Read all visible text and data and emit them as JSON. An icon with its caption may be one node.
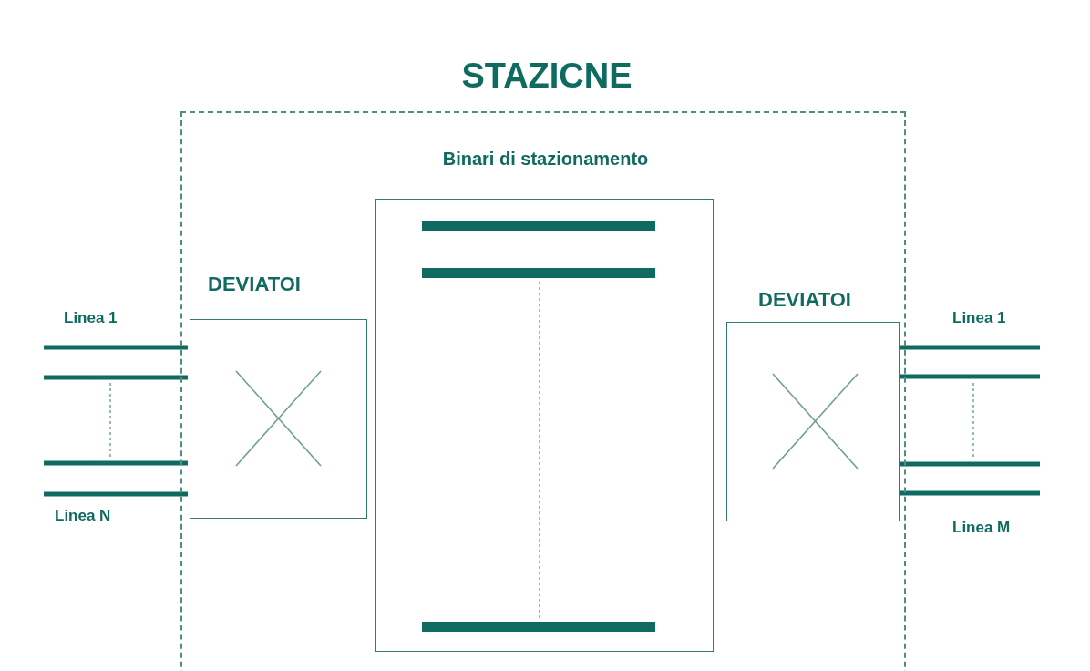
{
  "diagram": {
    "nodes": [
      {
        "text": [
          "STAZICNE"
        ]
      },
      {
        "text": [
          "DEVIATOI"
        ],
        "in": 0
      },
      {
        "text": [
          "Binari di stazionamento"
        ],
        "in": 0
      },
      {
        "text": [
          "DEVIATOI"
        ],
        "in": 0
      }
    ],
    "edges": [
      {
        "from": null,
        "to": 1,
        "arrow": "none"
      },
      {
        "from": null,
        "to": 1,
        "arrow": "none"
      },
      {
        "from": null,
        "to": 1,
        "arrow": "none"
      },
      {
        "from": null,
        "to": 1,
        "arrow": "none"
      },
      {
        "from": 3,
        "to": null,
        "arrow": "none"
      },
      {
        "from": 3,
        "to": null,
        "arrow": "none"
      },
      {
        "from": 3,
        "to": null,
        "arrow": "none"
      },
      {
        "from": 3,
        "to": null,
        "arrow": "none"
      }
    ],
    "labels": [
      "Linea 1",
      "Linea N",
      "Linea 1",
      "Linea M"
    ]
  }
}
